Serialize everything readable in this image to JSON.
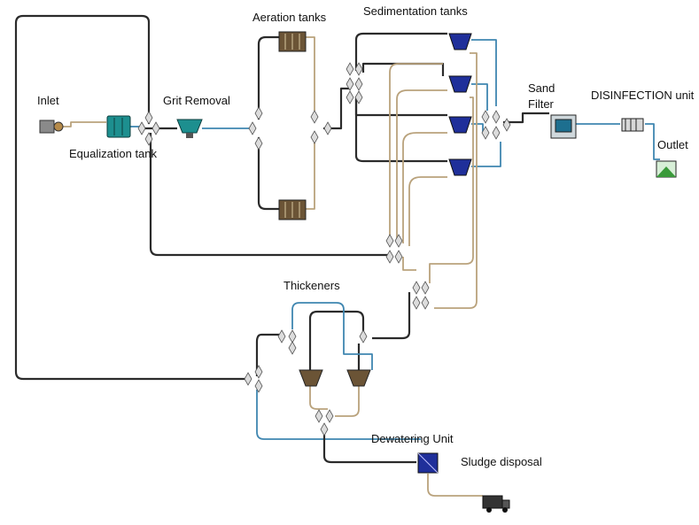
{
  "labels": {
    "inlet": "Inlet",
    "equalization": "Equalization tank",
    "grit": "Grit Removal",
    "aeration": "Aeration tanks",
    "sedimentation": "Sedimentation tanks",
    "sand_filter_1": "Sand",
    "sand_filter_2": "Filter",
    "disinfection": "DISINFECTION unit",
    "outlet": "Outlet",
    "thickeners": "Thickeners",
    "dewatering": "Dewatering Unit",
    "sludge": "Sludge disposal"
  },
  "colors": {
    "pipe_dark": "#2b2b2b",
    "pipe_tan": "#b9a27c",
    "pipe_blue": "#3f86b0",
    "clarifier": "#1f2f9a",
    "aeration": "#6b5436",
    "teal_unit": "#1d8f8f"
  },
  "icons": [
    "pump-icon",
    "tank-icon",
    "aeration-tank-icon",
    "clarifier-icon",
    "filter-icon",
    "disinfection-icon",
    "outlet-basin-icon",
    "valve-icon",
    "truck-icon"
  ]
}
